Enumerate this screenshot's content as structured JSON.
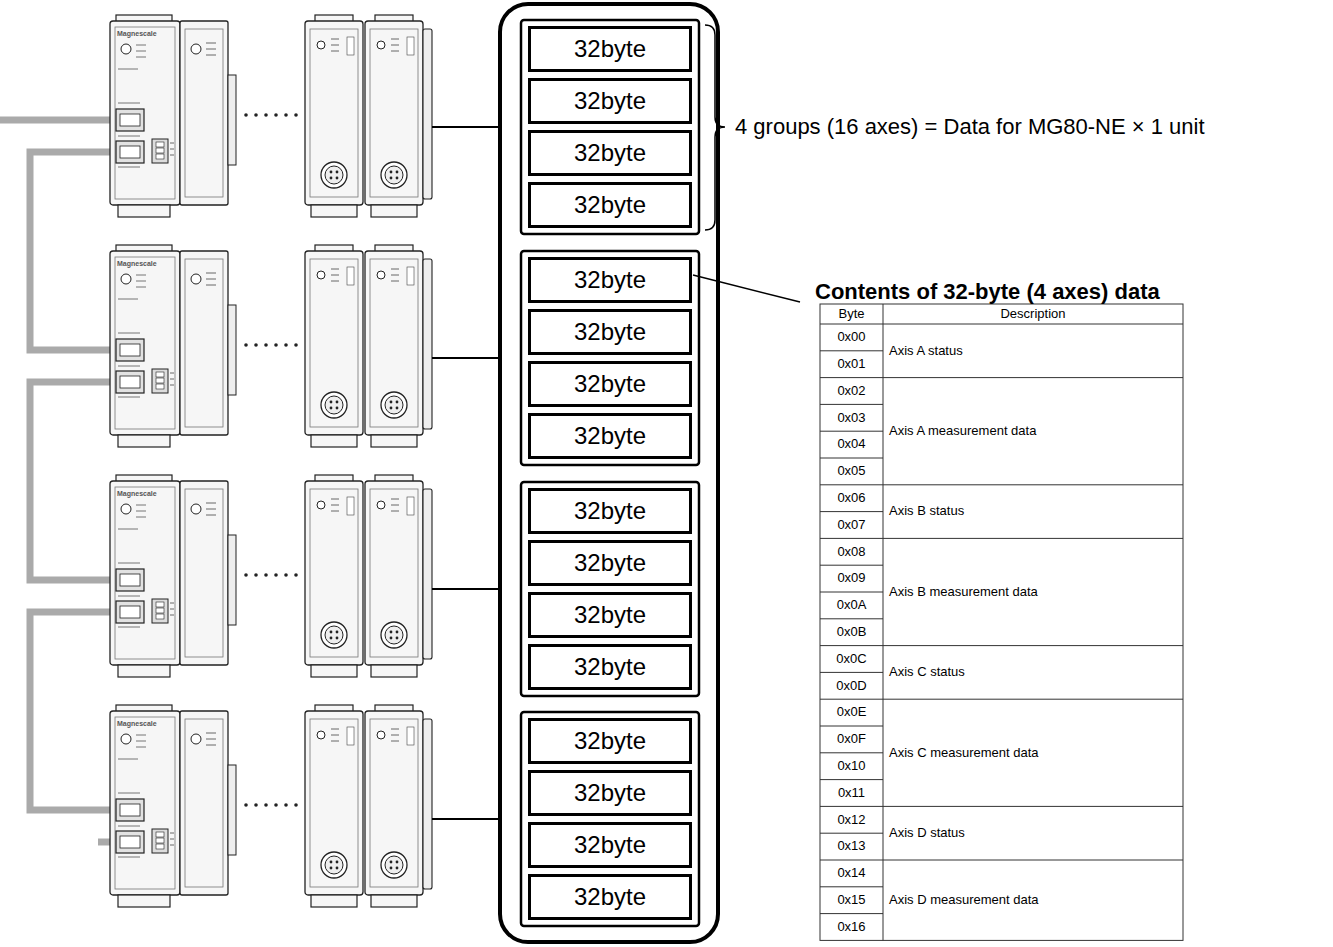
{
  "diagram": {
    "nodes": [
      {
        "text": [
          "32byte"
        ]
      },
      {
        "text": [
          "32byte"
        ]
      },
      {
        "text": [
          "32byte"
        ]
      },
      {
        "text": [
          "32byte"
        ]
      },
      {
        "text": [
          "32byte"
        ]
      },
      {
        "text": [
          "32byte"
        ]
      },
      {
        "text": [
          "32byte"
        ]
      },
      {
        "text": [
          "32byte"
        ]
      },
      {
        "text": [
          "32byte"
        ]
      },
      {
        "text": [
          "32byte"
        ]
      },
      {
        "text": [
          "32byte"
        ]
      },
      {
        "text": [
          "32byte"
        ]
      },
      {
        "text": [
          "32byte"
        ]
      },
      {
        "text": [
          "32byte"
        ]
      },
      {
        "text": [
          "32byte"
        ]
      },
      {
        "text": [
          "32byte"
        ]
      }
    ],
    "labels": [
      "4 groups (16 axes) = Data for MG80-NE × 1 unit",
      "Contents of 32-byte (4 axes) data",
      "Magnescale",
      "Magnescale",
      "Magnescale",
      "Magnescale",
      "Byte",
      "Description",
      "0x00",
      "0x01",
      "Axis A status",
      "0x02",
      "0x03",
      "0x04",
      "0x05",
      "Axis A measurement data",
      "0x06",
      "0x07",
      "Axis B status",
      "0x08",
      "0x09",
      "0x0A",
      "0x0B",
      "Axis B measurement data",
      "0x0C",
      "0x0D",
      "Axis C status",
      "0x0E",
      "0x0F",
      "0x10",
      "0x11",
      "Axis C measurement data",
      "0x12",
      "0x13",
      "Axis D status",
      "0x14",
      "0x15",
      "0x16",
      "Axis D measurement data"
    ]
  }
}
